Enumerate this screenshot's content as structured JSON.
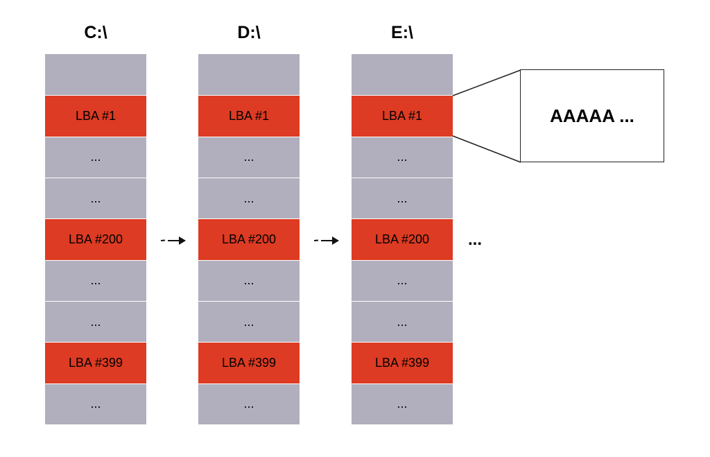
{
  "drives": [
    {
      "label": "C:\\",
      "blocks": [
        {
          "label": "",
          "highlight": false
        },
        {
          "label": "LBA #1",
          "highlight": true
        },
        {
          "label": "...",
          "highlight": false
        },
        {
          "label": "...",
          "highlight": false
        },
        {
          "label": "LBA #200",
          "highlight": true
        },
        {
          "label": "...",
          "highlight": false
        },
        {
          "label": "...",
          "highlight": false
        },
        {
          "label": "LBA #399",
          "highlight": true
        },
        {
          "label": "...",
          "highlight": false
        }
      ]
    },
    {
      "label": "D:\\",
      "blocks": [
        {
          "label": "",
          "highlight": false
        },
        {
          "label": "LBA #1",
          "highlight": true
        },
        {
          "label": "...",
          "highlight": false
        },
        {
          "label": "...",
          "highlight": false
        },
        {
          "label": "LBA #200",
          "highlight": true
        },
        {
          "label": "...",
          "highlight": false
        },
        {
          "label": "...",
          "highlight": false
        },
        {
          "label": "LBA #399",
          "highlight": true
        },
        {
          "label": "...",
          "highlight": false
        }
      ]
    },
    {
      "label": "E:\\",
      "blocks": [
        {
          "label": "",
          "highlight": false
        },
        {
          "label": "LBA #1",
          "highlight": true
        },
        {
          "label": "...",
          "highlight": false
        },
        {
          "label": "...",
          "highlight": false
        },
        {
          "label": "LBA #200",
          "highlight": true
        },
        {
          "label": "...",
          "highlight": false
        },
        {
          "label": "...",
          "highlight": false
        },
        {
          "label": "LBA #399",
          "highlight": true
        },
        {
          "label": "...",
          "highlight": false
        }
      ]
    }
  ],
  "zoom_content": "AAAAA ...",
  "continuation": "...",
  "colors": {
    "highlight": "#dd3b23",
    "normal": "#b1afbd"
  },
  "icons": {
    "flow_arrow": "right-arrow-icon"
  }
}
